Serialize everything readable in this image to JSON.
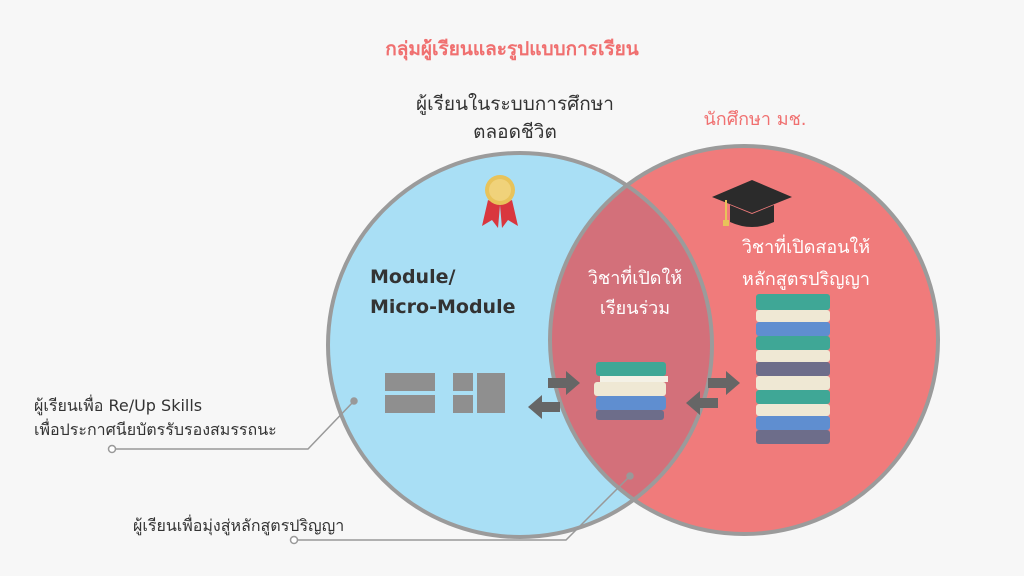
{
  "title": "กลุ่มผู้เรียนและรูปแบบการเรียน",
  "left_circle": {
    "heading_line1": "ผู้เรียนในระบบการศึกษา",
    "heading_line2": "ตลอดชีวิต",
    "label_line1": "Module/",
    "label_line2": "Micro-Module",
    "icon": "award-ribbon-icon",
    "color": "#a9dff5"
  },
  "right_circle": {
    "heading": "นักศึกษา มช.",
    "label_line1": "วิชาที่เปิดสอนให้",
    "label_line2": "หลักสูตรปริญญา",
    "icon": "graduation-cap-icon",
    "color": "#f07b7b"
  },
  "overlap": {
    "label_line1": "วิชาที่เปิดให้",
    "label_line2": "เรียนร่วม",
    "color": "#d3707a"
  },
  "callouts": {
    "reskill_line1": "ผู้เรียนเพื่อ Re/Up Skills",
    "reskill_line2": "เพื่อประกาศนียบัตรรับรองสมรรถนะ",
    "degree": "ผู้เรียนเพื่อมุ่งสู่หลักสูตรปริญญา"
  }
}
